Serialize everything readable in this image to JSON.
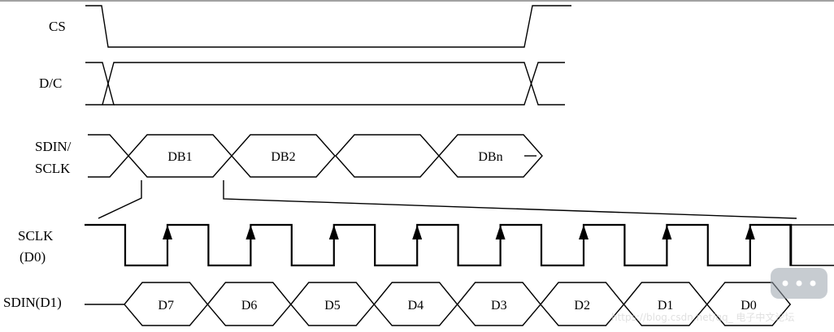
{
  "signals": {
    "cs": "CS",
    "dc": "D/C",
    "sdin_line1": "SDIN/",
    "sdin_line2": "SCLK",
    "sclk_line1": "SCLK",
    "sclk_line2": "(D0)",
    "sdin_d1": "SDIN(D1)"
  },
  "byte_cells": [
    "DB1",
    "DB2",
    "",
    "DBn"
  ],
  "bit_cells": [
    "D7",
    "D6",
    "D5",
    "D4",
    "D3",
    "D2",
    "D1",
    "D0"
  ],
  "watermark": "https://blog.csdn.net/qq_   电子中文论坛"
}
